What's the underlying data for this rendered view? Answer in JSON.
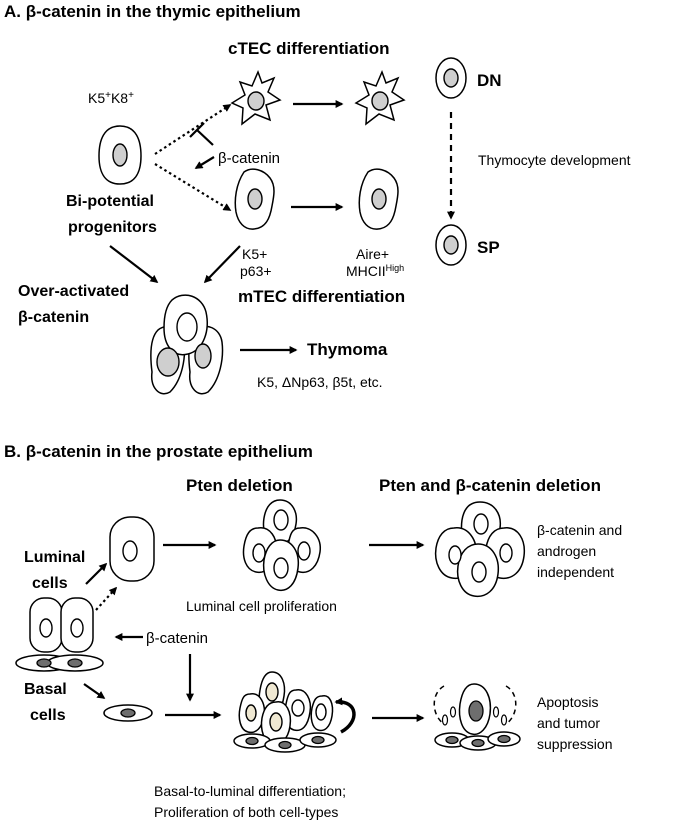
{
  "panel_a": {
    "title": "A. β-catenin in the thymic epithelium",
    "ctec_header": "cTEC differentiation",
    "k5k8_prefix": "K5",
    "k5k8_sup1": "+",
    "k5k8_mid": "K8",
    "k5k8_sup2": "+",
    "beta_catenin": "β-catenin",
    "bipotential_line1": "Bi-potential",
    "bipotential_line2": "progenitors",
    "k5_label": "K5+",
    "p63_label": "p63+",
    "aire_label": "Aire+",
    "mhcii_label": "MHCII",
    "mhcii_sup": "High",
    "mtec_header": "mTEC differentiation",
    "overactivated_line1": "Over-activated",
    "overactivated_line2": "β-catenin",
    "thymoma": "Thymoma",
    "thymoma_markers": "K5, ΔNp63, β5t, etc.",
    "dn": "DN",
    "sp": "SP",
    "thymocyte_development": "Thymocyte development"
  },
  "panel_b": {
    "title": "B. β-catenin in the prostate epithelium",
    "pten_deletion": "Pten deletion",
    "pten_bcat_deletion": "Pten and β-catenin deletion",
    "luminal_line1": "Luminal",
    "luminal_line2": "cells",
    "basal_line1": "Basal",
    "basal_line2": "cells",
    "luminal_proliferation": "Luminal cell proliferation",
    "beta_catenin": "β-catenin",
    "independent_line1": "β-catenin and",
    "independent_line2": "androgen",
    "independent_line3": "independent",
    "apoptosis_line1": "Apoptosis",
    "apoptosis_line2": "and tumor",
    "apoptosis_line3": "suppression",
    "differentiation_line1": "Basal-to-luminal differentiation;",
    "differentiation_line2": "Proliferation of both cell-types"
  }
}
